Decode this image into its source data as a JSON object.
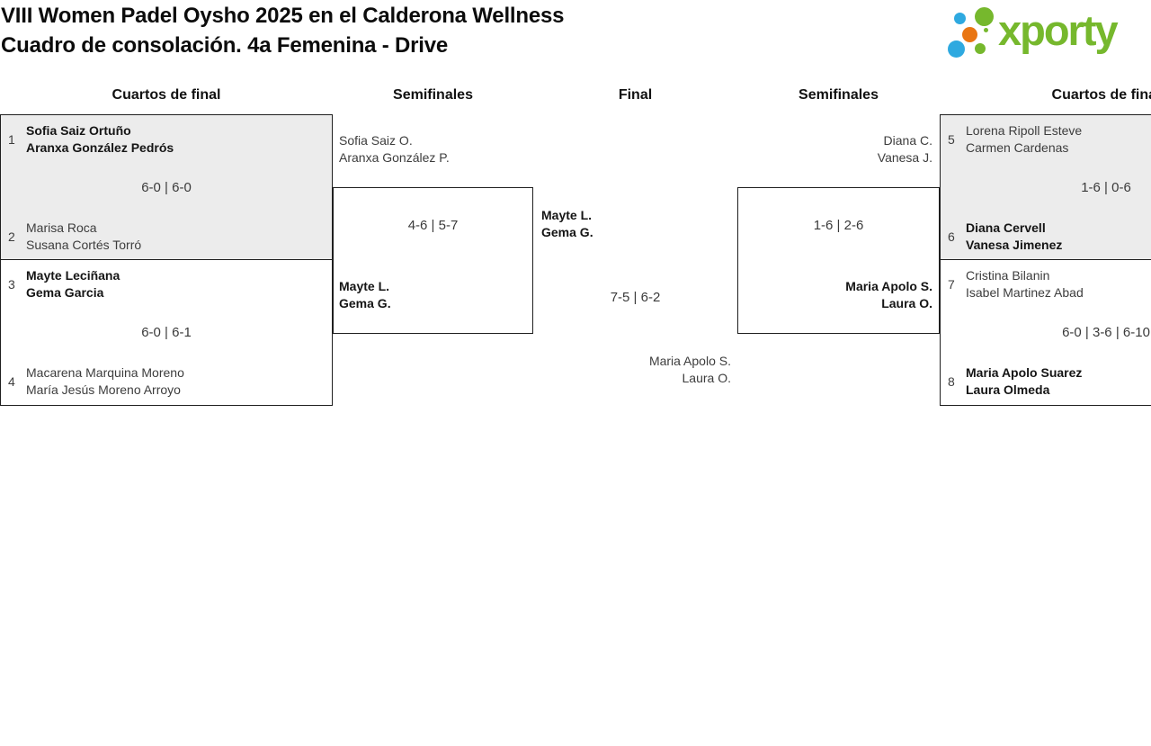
{
  "header": {
    "title_line1": "VIII Women Padel Oysho 2025 en el Calderona Wellness",
    "title_line2": "Cuadro de consolación. 4a Femenina - Drive",
    "logo_text": "xporty"
  },
  "colors": {
    "brand_green": "#76B82D",
    "brand_blue": "#2EA9E0",
    "brand_orange": "#E97613",
    "box_grey": "#ececec",
    "box_border": "#1f1f1f"
  },
  "round_headers": [
    "Cuartos de final",
    "Semifinales",
    "Final",
    "Semifinales",
    "Cuartos de final"
  ],
  "quarterfinals": [
    {
      "score": "6-0 | 6-0",
      "top": {
        "seed": "1",
        "name1": "Sofia Saiz Ortuño",
        "name2": "Aranxa González Pedrós",
        "winner": true
      },
      "bottom": {
        "seed": "2",
        "name1": "Marisa Roca",
        "name2": "Susana Cortés Torró",
        "winner": false
      }
    },
    {
      "score": "6-0 | 6-1",
      "top": {
        "seed": "3",
        "name1": "Mayte Leciñana",
        "name2": "Gema Garcia",
        "winner": true
      },
      "bottom": {
        "seed": "4",
        "name1": "Macarena Marquina Moreno",
        "name2": "María Jesús Moreno Arroyo",
        "winner": false
      }
    },
    {
      "score": "1-6 | 0-6",
      "top": {
        "seed": "5",
        "name1": "Lorena Ripoll Esteve",
        "name2": "Carmen Cardenas",
        "winner": false
      },
      "bottom": {
        "seed": "6",
        "name1": "Diana Cervell",
        "name2": "Vanesa Jimenez",
        "winner": true
      }
    },
    {
      "score": "6-0 | 3-6 | 6-10",
      "top": {
        "seed": "7",
        "name1": "Cristina Bilanin",
        "name2": "Isabel Martinez Abad",
        "winner": false
      },
      "bottom": {
        "seed": "8",
        "name1": "Maria Apolo Suarez",
        "name2": "Laura Olmeda",
        "winner": true
      }
    }
  ],
  "semifinals": [
    {
      "score": "4-6 | 5-7",
      "top": {
        "name1": "Sofia Saiz O.",
        "name2": "Aranxa González P.",
        "winner": false
      },
      "bottom": {
        "name1": "Mayte L.",
        "name2": "Gema G.",
        "winner": true
      }
    },
    {
      "score": "1-6 | 2-6",
      "top": {
        "name1": "Diana C.",
        "name2": "Vanesa J.",
        "winner": false
      },
      "bottom": {
        "name1": "Maria Apolo S.",
        "name2": "Laura O.",
        "winner": true
      }
    }
  ],
  "final": {
    "score": "7-5 | 6-2",
    "left": {
      "name1": "Mayte L.",
      "name2": "Gema G.",
      "winner": true
    },
    "right": {
      "name1": "Maria Apolo S.",
      "name2": "Laura O.",
      "winner": false
    }
  }
}
